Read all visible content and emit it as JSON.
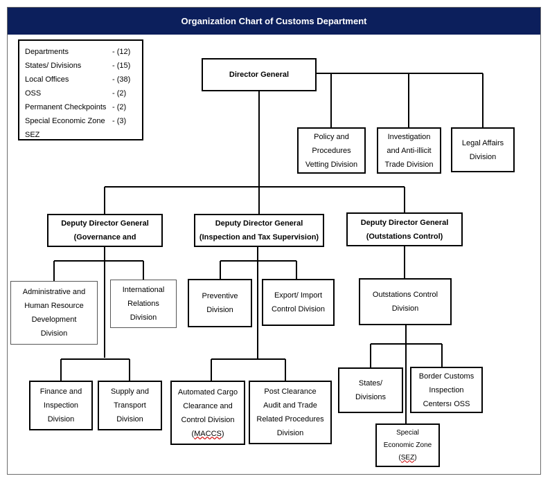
{
  "title": "Organization Chart of Customs Department",
  "legend": [
    {
      "label": "Departments",
      "count": "- (12)"
    },
    {
      "label": "States/ Divisions",
      "count": "- (15)"
    },
    {
      "label": "Local Offices",
      "count": "- (38)"
    },
    {
      "label": "OSS",
      "count": "- (2)"
    },
    {
      "label": "Permanent Checkpoints",
      "count": "- (2)"
    },
    {
      "label": "Special Economic Zone",
      "count": "- (3)"
    },
    {
      "label": "SEZ",
      "count": ""
    }
  ],
  "nodes": {
    "director_general": "Director General",
    "policy": "Policy and\nProcedures\nVetting Division",
    "investigation": "Investigation\nand Anti-illicit\nTrade Division",
    "legal": "Legal Affairs\nDivision",
    "ddg_governance": "Deputy Director General\n(Governance and",
    "ddg_inspection": "Deputy Director General\n(Inspection and Tax Supervision)",
    "ddg_outstations": "Deputy Director General\n(Outstations Control)",
    "admin_hr": "Administrative and\nHuman Resource\nDevelopment\nDivision",
    "intl_relations": "International\nRelations\nDivision",
    "finance": "Finance and\nInspection\nDivision",
    "supply": "Supply and\nTransport\nDivision",
    "preventive": "Preventive\nDivision",
    "export_import": "Export/ Import\nControl Division",
    "macs_line1": "Automated Cargo\nClearance and\nControl Division",
    "macs_line2": "MACCS",
    "post_clearance": "Post Clearance\nAudit and Trade\nRelated Procedures\nDivision",
    "outstations_control": "Outstations Control\nDivision",
    "states_divisions": "States/\nDivisions",
    "border_customs": "Border Customs\nInspection\nCentersı OSS",
    "sez_line1": "Special\nEconomic Zone",
    "sez_line2": "SEZ"
  }
}
